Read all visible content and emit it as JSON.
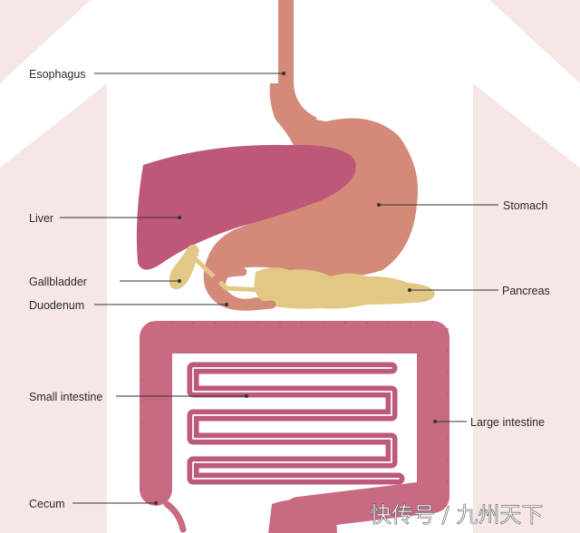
{
  "labels": {
    "esophagus": "Esophagus",
    "liver": "Liver",
    "gallbladder": "Gallbladder",
    "duodenum": "Duodenum",
    "small_intestine": "Small intestine",
    "cecum": "Cecum",
    "stomach": "Stomach",
    "pancreas": "Pancreas",
    "large_intestine": "Large intestine"
  },
  "watermark": "快传号 / 九州天下",
  "colors": {
    "background": "#f7e6e6",
    "body": "#ffffff",
    "liver": "#bd5878",
    "stomach": "#d48a78",
    "pancreas": "#e2c885",
    "intestine": "#c86a82",
    "small_intestine": "#bd5a7b"
  }
}
